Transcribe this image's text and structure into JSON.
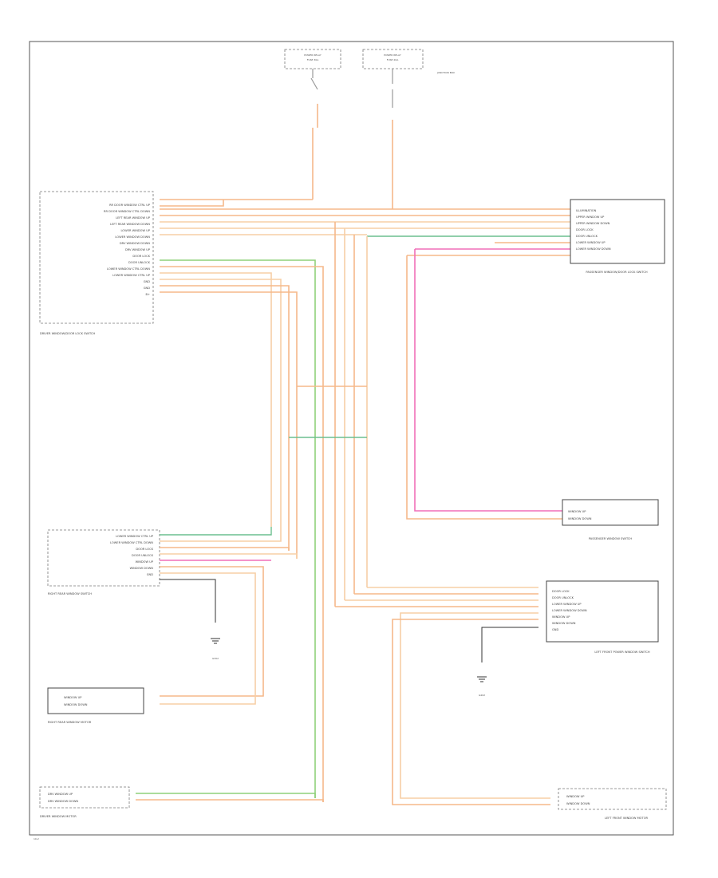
{
  "driver_window_lock_switch": {
    "title": "DRIVER WINDOW/DOOR LOCK SWITCH",
    "pins": [
      "RR DOOR WINDOW CTRL UP",
      "RR DOOR WINDOW CTRL DOWN",
      "LEFT REAR WINDOW UP",
      "LEFT REAR WINDOW DOWN",
      "LOWER WINDOW UP",
      "LOWER WINDOW DOWN",
      "DRV WINDOW DOWN",
      "DRV WINDOW UP",
      "DOOR LOCK",
      "DOOR UNLOCK",
      "LOWER WINDOW CTRL DOWN",
      "LOWER WINDOW CTRL UP",
      "GND",
      "GND",
      "B+"
    ]
  },
  "passenger_window_lock_switch": {
    "title": "PASSENGER WINDOW/DOOR LOCK SWITCH",
    "pins": [
      "ILLUMINATION",
      "UPPER WINDOW UP",
      "UPPER WINDOW DOWN",
      "DOOR LOCK",
      "DOOR UNLOCK",
      "LOWER WINDOW UP",
      "LOWER WINDOW DOWN"
    ]
  },
  "passenger_window_switch": {
    "title": "PASSENGER WINDOW SWITCH",
    "pins": [
      "WINDOW UP",
      "WINDOW DOWN"
    ]
  },
  "rear_window_switch": {
    "title": "RIGHT REAR WINDOW SWITCH",
    "pins": [
      "LOWER WINDOW CTRL UP",
      "LOWER WINDOW CTRL DOWN",
      "DOOR LOCK",
      "DOOR UNLOCK",
      "WINDOW UP",
      "WINDOW DOWN",
      "GND"
    ]
  },
  "rear_window_motor": {
    "title": "RIGHT REAR WINDOW MOTOR",
    "pins": [
      "WINDOW UP",
      "WINDOW DOWN"
    ]
  },
  "driver_window_motor": {
    "title": "DRIVER WINDOW MOTOR",
    "pins": [
      "DRV WINDOW UP",
      "DRV WINDOW DOWN"
    ]
  },
  "lf_door_power_window_switch": {
    "title": "LEFT FRONT POWER WINDOW SWITCH",
    "pins": [
      "DOOR LOCK",
      "DOOR UNLOCK",
      "LOWER WINDOW UP",
      "LOWER WINDOW DOWN",
      "WINDOW UP",
      "WINDOW DOWN",
      "GND"
    ]
  },
  "lf_window_motor": {
    "title": "LEFT FRONT WINDOW MOTOR",
    "pins": [
      "WINDOW UP",
      "WINDOW DOWN"
    ]
  },
  "relay_1": {
    "label": "POWER RELAY",
    "fuse": "FUSE 30A"
  },
  "relay_2": {
    "label": "POWER RELAY",
    "fuse": "FUSE 20A"
  },
  "junction_box": {
    "label": "JUNCTION BOX"
  },
  "ground_1": {
    "label": "G302"
  },
  "ground_2": {
    "label": "G402"
  },
  "page_ref": "10-2"
}
